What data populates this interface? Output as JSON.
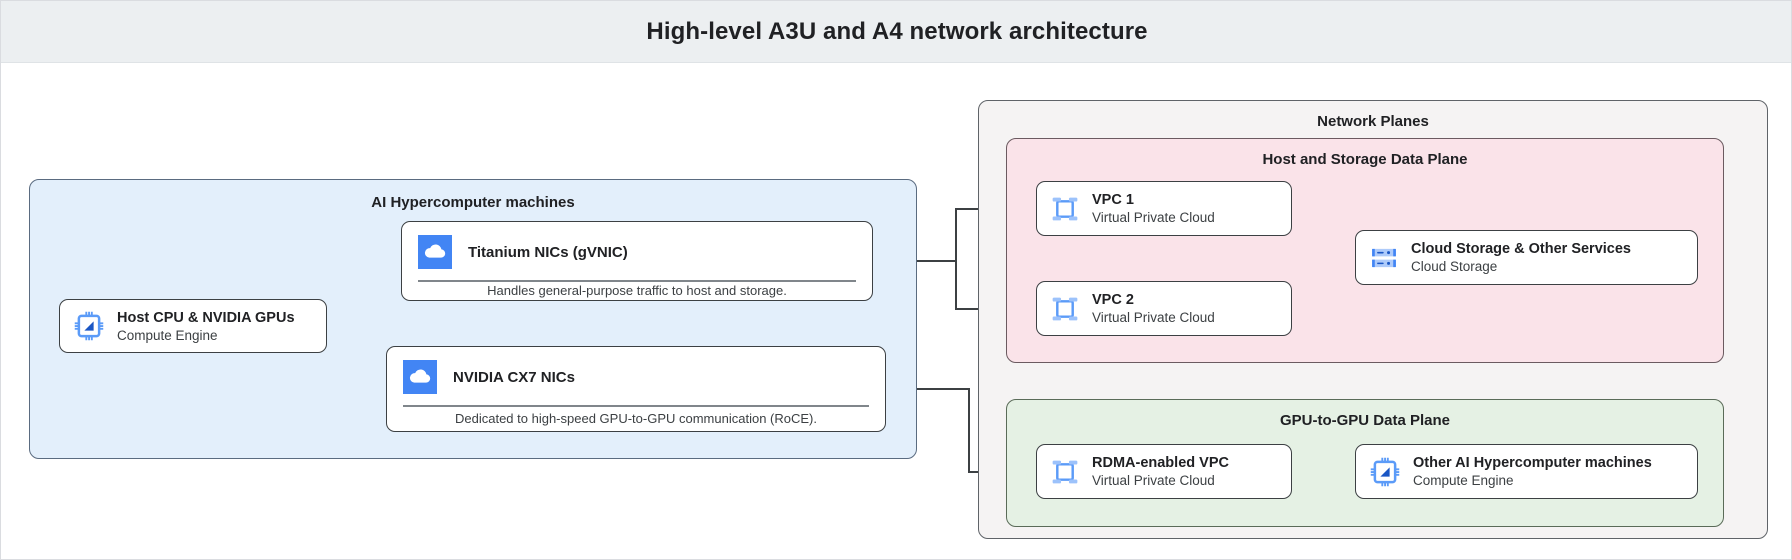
{
  "header": {
    "title": "High-level A3U and A4 network architecture"
  },
  "colors": {
    "header_bg": "#eceff1",
    "machines_panel_bg": "#e3effb",
    "planes_panel_bg": "#f5f3f3",
    "host_plane_bg": "#fae3e9",
    "gpu_plane_bg": "#e5f1e4",
    "icon_blue": "#4285f4",
    "icon_blue_light": "#8ab4f8",
    "stroke": "#3c4043"
  },
  "machines_panel": {
    "title": "AI Hypercomputer machines",
    "host_cpu_card": {
      "icon": "cpu-chip-icon",
      "title": "Host CPU & NVIDIA GPUs",
      "subtitle": "Compute Engine"
    },
    "titanium_card": {
      "icon": "cloud-icon",
      "title": "Titanium NICs (gVNIC)",
      "description": "Handles general-purpose traffic to host and storage."
    },
    "cx7_card": {
      "icon": "cloud-icon",
      "title": "NVIDIA CX7 NICs",
      "description": "Dedicated to high-speed GPU-to-GPU communication (RoCE)."
    }
  },
  "network_planes": {
    "title": "Network Planes",
    "host_storage_plane": {
      "title": "Host and Storage Data Plane",
      "cards": [
        {
          "icon": "vpc-icon",
          "title": "VPC 1",
          "subtitle": "Virtual Private Cloud"
        },
        {
          "icon": "vpc-icon",
          "title": "VPC 2",
          "subtitle": "Virtual Private Cloud"
        },
        {
          "icon": "cloud-storage-icon",
          "title": "Cloud Storage & Other Services",
          "subtitle": "Cloud Storage"
        }
      ]
    },
    "gpu_plane": {
      "title": "GPU-to-GPU Data Plane",
      "cards": [
        {
          "icon": "vpc-icon",
          "title": "RDMA-enabled VPC",
          "subtitle": "Virtual Private Cloud"
        },
        {
          "icon": "cpu-chip-icon",
          "title": "Other AI Hypercomputer machines",
          "subtitle": "Compute Engine"
        }
      ]
    }
  }
}
